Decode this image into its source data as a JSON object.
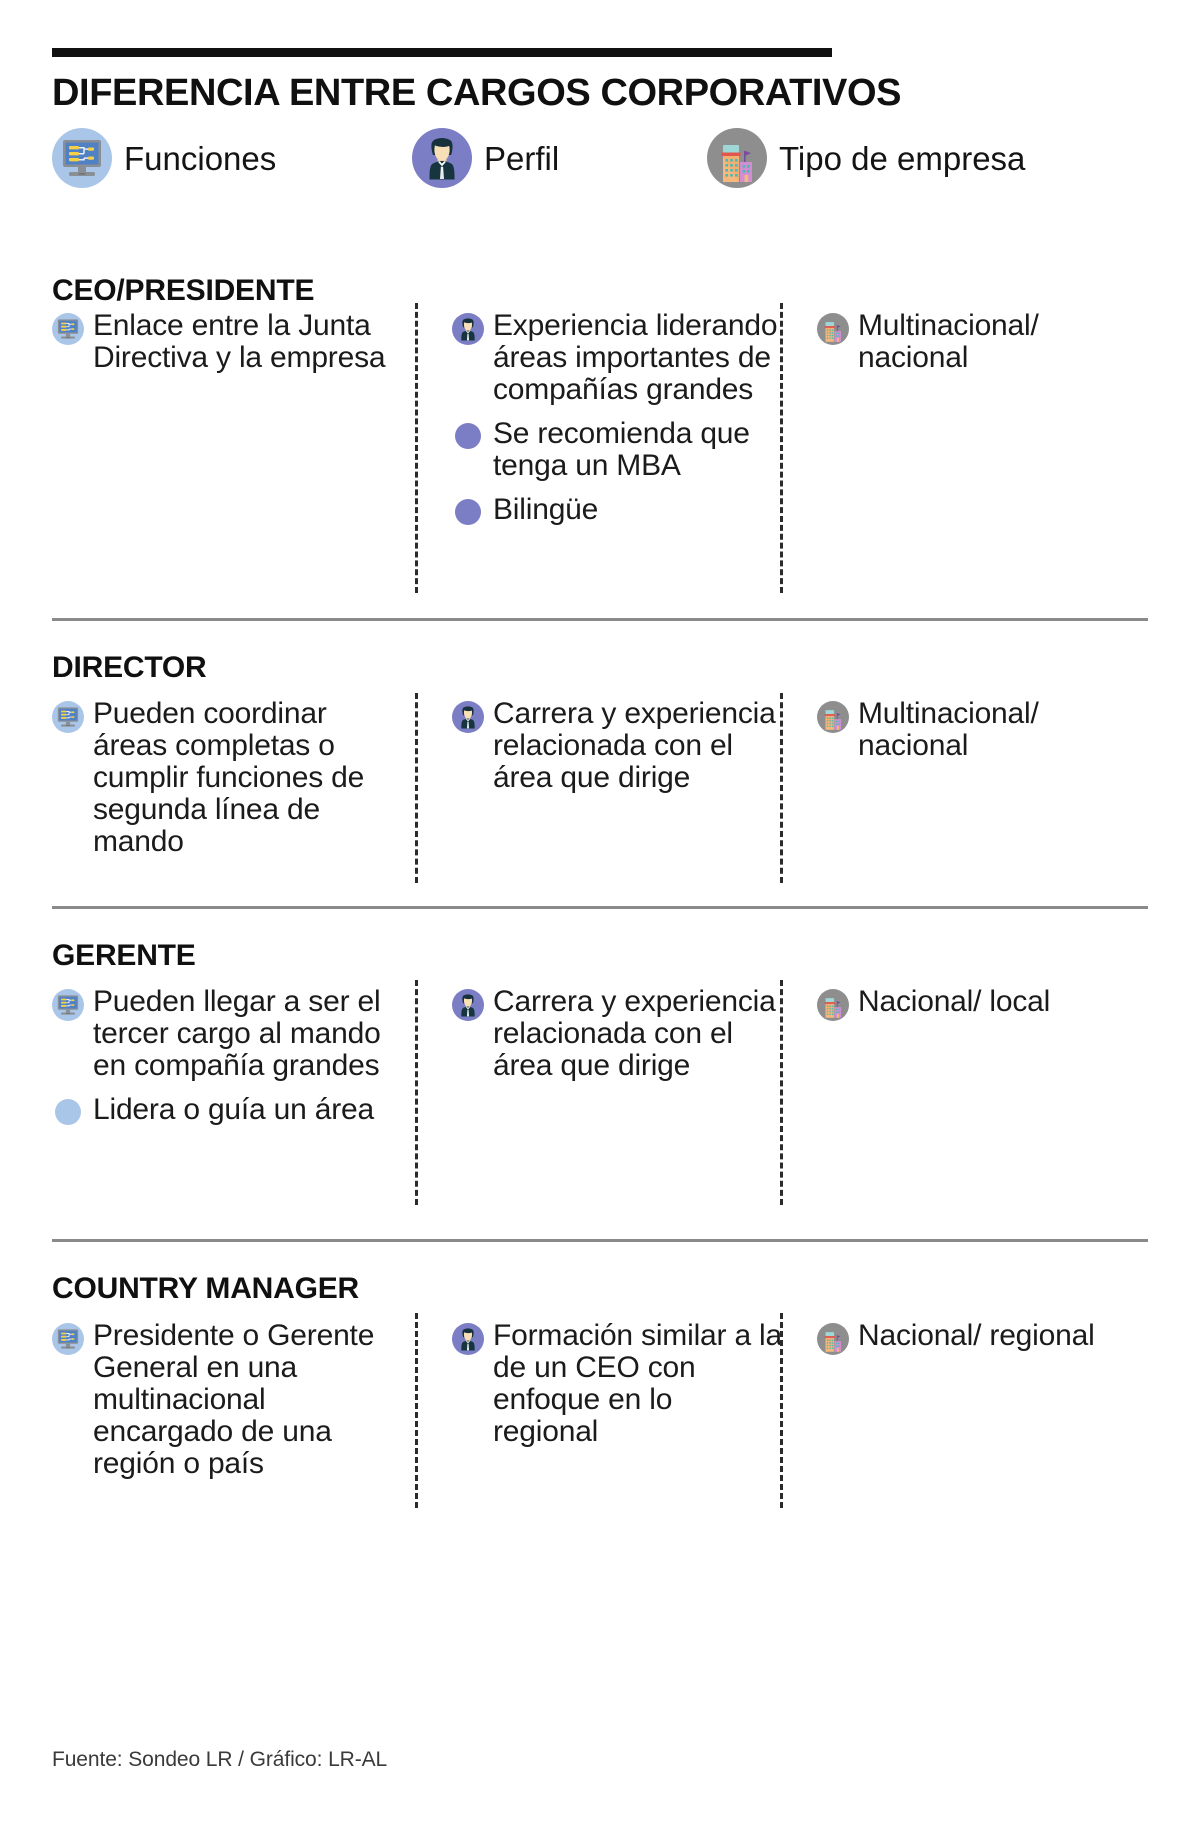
{
  "header": {
    "title": "DIFERENCIA ENTRE CARGOS CORPORATIVOS",
    "legend": [
      {
        "label": "Funciones",
        "icon": "monitor-flowchart-icon",
        "color": "#a9c6e8"
      },
      {
        "label": "Perfil",
        "icon": "businessman-avatar-icon",
        "color": "#7b7ec4"
      },
      {
        "label": "Tipo de empresa",
        "icon": "buildings-icon",
        "color": "#8e8e8e"
      }
    ]
  },
  "sections": [
    {
      "title": "CEO/PRESIDENTE",
      "funciones": [
        {
          "icon": "monitor-flowchart-icon",
          "text": "Enlace entre la Junta Directiva y la empresa"
        }
      ],
      "perfil": [
        {
          "icon": "businessman-avatar-icon",
          "text": "Experiencia liderando áreas importantes de compañías grandes"
        },
        {
          "icon": "dot",
          "text": "Se recomienda que tenga un MBA"
        },
        {
          "icon": "dot",
          "text": "Bilingüe"
        }
      ],
      "empresa": [
        {
          "icon": "buildings-icon",
          "text": "Multinacional/ nacional"
        }
      ]
    },
    {
      "title": "DIRECTOR",
      "funciones": [
        {
          "icon": "monitor-flowchart-icon",
          "text": "Pueden coordinar áreas completas o cumplir funciones de segunda línea de mando"
        }
      ],
      "perfil": [
        {
          "icon": "businessman-avatar-icon",
          "text": "Carrera y experiencia relacionada con el área que dirige"
        }
      ],
      "empresa": [
        {
          "icon": "buildings-icon",
          "text": "Multinacional/ nacional"
        }
      ]
    },
    {
      "title": "GERENTE",
      "funciones": [
        {
          "icon": "monitor-flowchart-icon",
          "text": "Pueden llegar a ser el tercer cargo al mando en compañía grandes"
        },
        {
          "icon": "dot",
          "text": "Lidera o guía un área"
        }
      ],
      "perfil": [
        {
          "icon": "businessman-avatar-icon",
          "text": "Carrera y experiencia relacionada con el área que dirige"
        }
      ],
      "empresa": [
        {
          "icon": "buildings-icon",
          "text": "Nacional/ local"
        }
      ]
    },
    {
      "title": "COUNTRY MANAGER",
      "funciones": [
        {
          "icon": "monitor-flowchart-icon",
          "text": "Presidente o Gerente General en una multinacional encargado de una región o país"
        }
      ],
      "perfil": [
        {
          "icon": "businessman-avatar-icon",
          "text": "Formación similar a la de un CEO con enfoque en lo  regional"
        }
      ],
      "empresa": [
        {
          "icon": "buildings-icon",
          "text": "Nacional/ regional"
        }
      ]
    }
  ],
  "footer": {
    "source": "Fuente: Sondeo LR / Gráfico: LR-AL"
  },
  "colors": {
    "funciones": "#a9c6e8",
    "perfil": "#7b7ec4",
    "empresa": "#8e8e8e",
    "rule": "#111111",
    "divider": "#8a8a8a"
  }
}
